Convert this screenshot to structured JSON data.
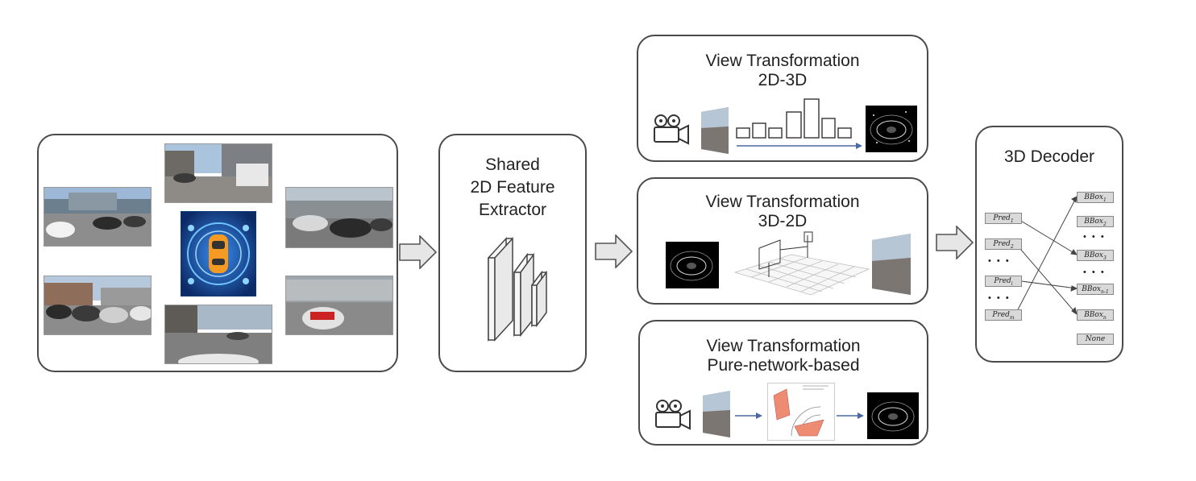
{
  "extractor": {
    "lines": [
      "Shared",
      "2D Feature",
      "Extractor"
    ]
  },
  "vt_2d3d": {
    "title": "View Transformation",
    "subtitle": "2D-3D"
  },
  "vt_3d2d": {
    "title": "View Transformation",
    "subtitle": "3D-2D"
  },
  "vt_net": {
    "title": "View Transformation",
    "subtitle": "Pure-network-based"
  },
  "decoder": {
    "title": "3D Decoder",
    "preds": [
      "Pred",
      "Pred",
      "Pred",
      "Pred"
    ],
    "pred_subs": [
      "1",
      "2",
      "i",
      "m"
    ],
    "bboxes": [
      "BBox",
      "BBox",
      "BBox",
      "BBox",
      "BBox",
      "None"
    ],
    "bbox_subs": [
      "1",
      "2",
      "3",
      "n-1",
      "n",
      ""
    ],
    "dots": "• • •"
  },
  "colors": {
    "border": "#4a4a4a",
    "arrow_fill": "#e6e6e6",
    "car_orange": "#f59a23",
    "panel_blue": "#1b5fb8",
    "salmon": "#ee8c73"
  }
}
